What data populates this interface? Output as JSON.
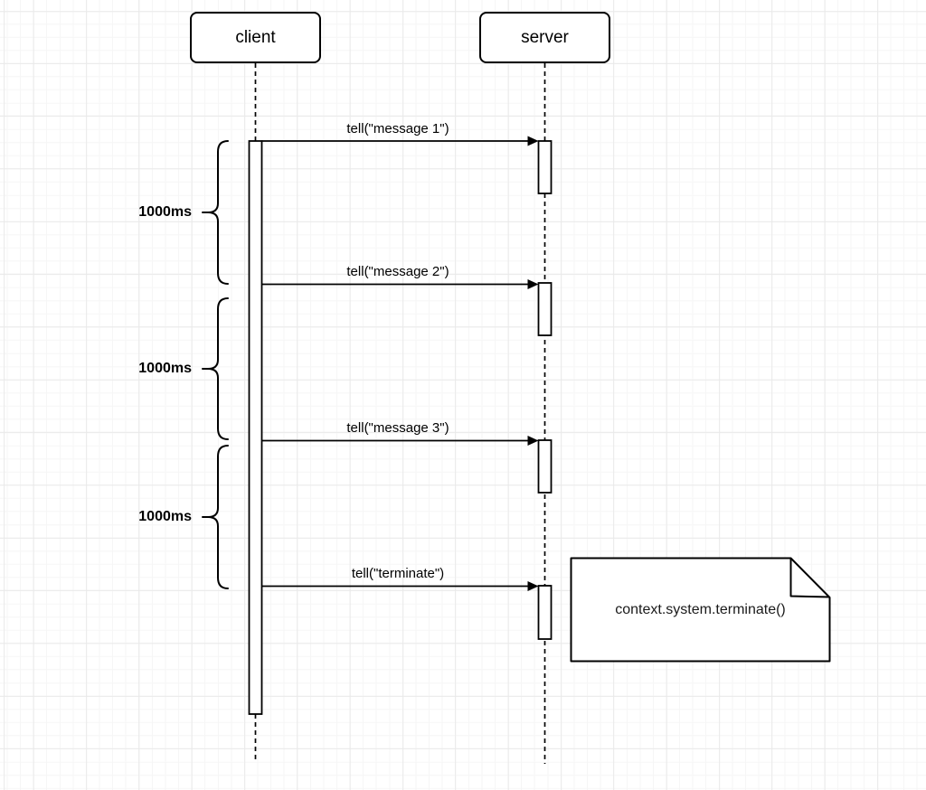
{
  "colors": {
    "stroke": "#000000",
    "shape_fill": "#ffffff",
    "grid_minor": "#f6f6f6",
    "grid_major": "#e9e9e9",
    "text": "#000000"
  },
  "diagram": {
    "type": "uml-sequence",
    "actors": [
      {
        "label": "client"
      },
      {
        "label": "server"
      }
    ],
    "messages": [
      {
        "label": "tell(\"message 1\")",
        "from": "client",
        "to": "server"
      },
      {
        "label": "tell(\"message 2\")",
        "from": "client",
        "to": "server"
      },
      {
        "label": "tell(\"message 3\")",
        "from": "client",
        "to": "server"
      },
      {
        "label": "tell(\"terminate\")",
        "from": "client",
        "to": "server"
      }
    ],
    "durations": [
      {
        "label": "1000ms"
      },
      {
        "label": "1000ms"
      },
      {
        "label": "1000ms"
      }
    ],
    "note": {
      "text": "context.system.terminate()"
    }
  }
}
